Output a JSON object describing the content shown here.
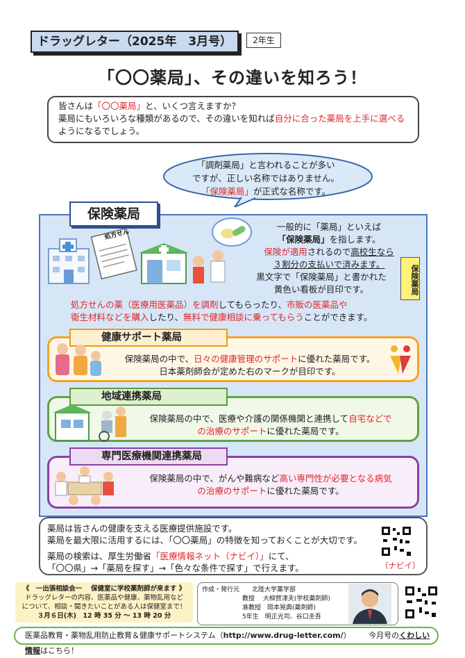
{
  "header": {
    "title": "ドラッグレター（2025年　3月号）",
    "grade": "2年生"
  },
  "main_title": "「〇〇薬局」、その違いを知ろう！",
  "intro": {
    "l1a": "皆さんは",
    "l1b": "「〇〇薬局」",
    "l1c": "と、いくつ言えますか？",
    "l2a": "薬局にもいろいろな種類があるので、その違いを知れば",
    "l2b": "自分に合った薬局を上手に選べる",
    "l3": "ようになるでしょう。"
  },
  "bubble": {
    "l1": "「調剤薬局」と言われることが多い",
    "l2": "ですが、正しい名称ではありません。",
    "l3a": "「保険薬局」",
    "l3b": "が正式な名称です。"
  },
  "hoken": {
    "label": "保険薬局",
    "l1": "一般的に「薬局」といえば",
    "l2": "「保険薬局」",
    "l2b": "を指します。",
    "l3a": "保険が適用",
    "l3b": "されるので",
    "l3c": "高校生なら",
    "l4": "３割分の支払いで済みます。",
    "sign_l1": "黒文字で「保険薬局」と書かれた",
    "sign_l2": "黄色い看板が目印です。",
    "sign": "保険薬局",
    "rx_label": "処方せん",
    "desc_a": "処方せんの薬（医療用医薬品）を調剤",
    "desc_b": "してもらったり、",
    "desc_c": "市販の医薬品や",
    "desc_d": "衛生材料などを購入",
    "desc_e": "したり、",
    "desc_f": "無料で健康相談に乗ってもらう",
    "desc_g": "ことができます。"
  },
  "kenko": {
    "label": "健康サポート薬局",
    "l1a": "保険薬局の中で、",
    "l1b": "日々の健康管理のサポート",
    "l1c": "に優れた薬局です。",
    "l2": "日本薬剤師会が定めた右のマークが目印です。"
  },
  "chiiki": {
    "label": "地域連携薬局",
    "l1a": "保険薬局の中で、医療や介護の関係機関と連携して",
    "l1b": "自宅などで",
    "l2a": "の治療のサポート",
    "l2b": "に優れた薬局です。"
  },
  "senmon": {
    "label": "専門医療機関連携薬局",
    "l1a": "保険薬局の中で、がんや難病など",
    "l1b": "高い専門性が必要となる病気",
    "l2a": "の治療のサポート",
    "l2b": "に優れた薬局です。"
  },
  "bottom": {
    "l1": "薬局は皆さんの健康を支える医療提供施設です。",
    "l2": "薬局を最大限に活用するには、「〇〇薬局」の特徴を知っておくことが大切です。",
    "l3a": "薬局の検索は、厚生労働省",
    "l3b": "「医療情報ネット（ナビイ）」",
    "l3c": "にて、",
    "l4": "「〇〇県」→「薬局を探す」→「色々な条件で探す」で行えます。",
    "qr_label": "（ナビイ）"
  },
  "consult": {
    "title": "《　一出張相談会一　 保健室に学校薬剤師が来ます 》",
    "l1": "ドラッグレターの内容、医薬品や健康、薬物乱用など",
    "l2": "について、相談・聞きたいことがある人は保健室まで！",
    "date": "３月６日(木)　12 時 35 分 ～ 13 時 20 分"
  },
  "publisher": {
    "label": "作成・発行元",
    "org": "北陸大学薬学部",
    "r1": "教授　 大柳賀津夫(学校薬剤師)",
    "r2": "准教授　岡本晃典(薬剤師)",
    "r3": "5年生　明正光司、谷口圭吾"
  },
  "footer": {
    "left": "医薬品教育・薬物乱用防止教育＆健康サポートシステム（",
    "url": "http://www.drug-letter.com/",
    "mid": "）",
    "right_a": "今月号の",
    "right_b": "くわしい情報",
    "right_c": "はこちら！"
  }
}
